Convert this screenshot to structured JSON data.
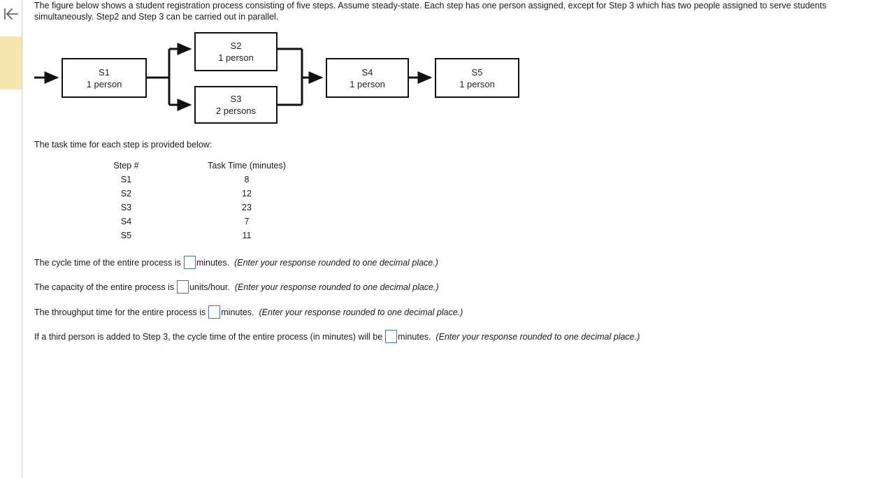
{
  "sidebar": {
    "back_icon": "back-arrow-icon",
    "highlight_color": "#f5e6b0",
    "divider_color": "#c3ccd6"
  },
  "problem": {
    "intro": "The figure below shows a student registration process consisting of five steps. Assume steady-state. Each step has one person assigned, except for Step 3 which has two people assigned to serve students simultaneously. Step2 and Step 3 can be carried out in parallel.",
    "task_intro": "The task time for each step is provided below:"
  },
  "diagram": {
    "nodes": [
      {
        "id": "S1",
        "title": "S1",
        "sub": "1 person"
      },
      {
        "id": "S2",
        "title": "S2",
        "sub": "1 person"
      },
      {
        "id": "S3",
        "title": "S3",
        "sub": "2 persons"
      },
      {
        "id": "S4",
        "title": "S4",
        "sub": "1 person"
      },
      {
        "id": "S5",
        "title": "S5",
        "sub": "1 person"
      }
    ]
  },
  "table": {
    "headers": [
      "Step #",
      "Task Time (minutes)"
    ],
    "rows": [
      {
        "step": "S1",
        "time": "8"
      },
      {
        "step": "S2",
        "time": "12"
      },
      {
        "step": "S3",
        "time": "23"
      },
      {
        "step": "S4",
        "time": "7"
      },
      {
        "step": "S5",
        "time": "11"
      }
    ]
  },
  "questions": [
    {
      "prefix": "The cycle time of the entire process is",
      "value": "",
      "unit": "minutes.",
      "hint": "(Enter your response rounded to one decimal place.)"
    },
    {
      "prefix": "The capacity of the entire process is",
      "value": "",
      "unit": "units/hour.",
      "hint": "(Enter your response rounded to one decimal place.)"
    },
    {
      "prefix": "The throughput time for the entire process is",
      "value": "",
      "unit": "minutes.",
      "hint": "(Enter your response rounded to one decimal place.)"
    },
    {
      "prefix": "If a third person is added to Step 3, the cycle time of the entire process (in minutes) will be",
      "value": "",
      "unit": "minutes.",
      "hint": "(Enter your response rounded to one decimal place.)"
    }
  ]
}
